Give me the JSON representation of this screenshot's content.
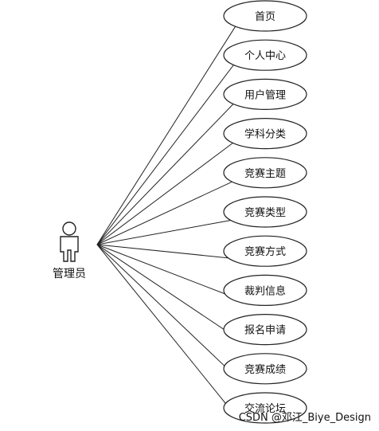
{
  "actor": {
    "name": "管理员",
    "icon": "stick-figure-actor-icon"
  },
  "use_cases": [
    {
      "label": "首页"
    },
    {
      "label": "个人中心"
    },
    {
      "label": "用户管理"
    },
    {
      "label": "学科分类"
    },
    {
      "label": "竞赛主题"
    },
    {
      "label": "竞赛类型"
    },
    {
      "label": "竞赛方式"
    },
    {
      "label": "裁判信息"
    },
    {
      "label": "报名申请"
    },
    {
      "label": "竞赛成绩"
    },
    {
      "label": "交流论坛"
    }
  ],
  "watermark": "CSDN @邓江_Biye_Design",
  "colors": {
    "stroke": "#222222",
    "text": "#111111",
    "watermark": "#9a9a9a",
    "background": "#ffffff"
  }
}
